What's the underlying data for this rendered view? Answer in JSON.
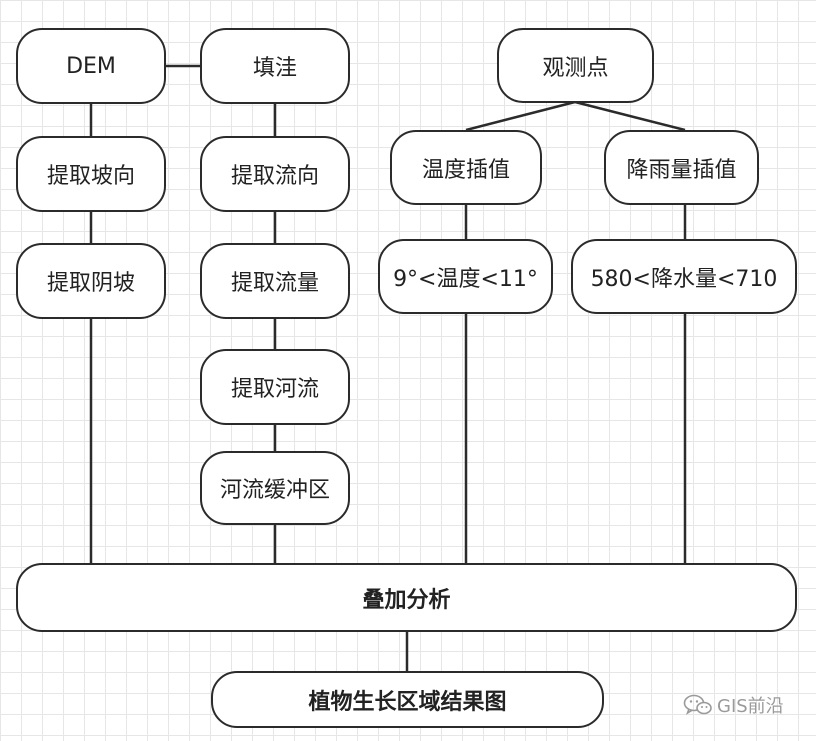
{
  "nodes": {
    "dem": "DEM",
    "fill": "填洼",
    "obs": "观测点",
    "aspect": "提取坡向",
    "flowdir": "提取流向",
    "tempinterp": "温度插值",
    "rainfall": "降雨量插值",
    "shady": "提取阴坡",
    "flowacc": "提取流量",
    "tempcond": "9°<温度<11°",
    "raincond": "580<降水量<710",
    "river": "提取河流",
    "buffer": "河流缓冲区",
    "overlay": "叠加分析",
    "result": "植物生长区域结果图"
  },
  "watermark": {
    "text": "GIS前沿",
    "icon": "wechat-icon"
  },
  "colors": {
    "stroke": "#2b2b2b",
    "grid": "#e6e6e6",
    "watermark": "#9a9a9a"
  }
}
